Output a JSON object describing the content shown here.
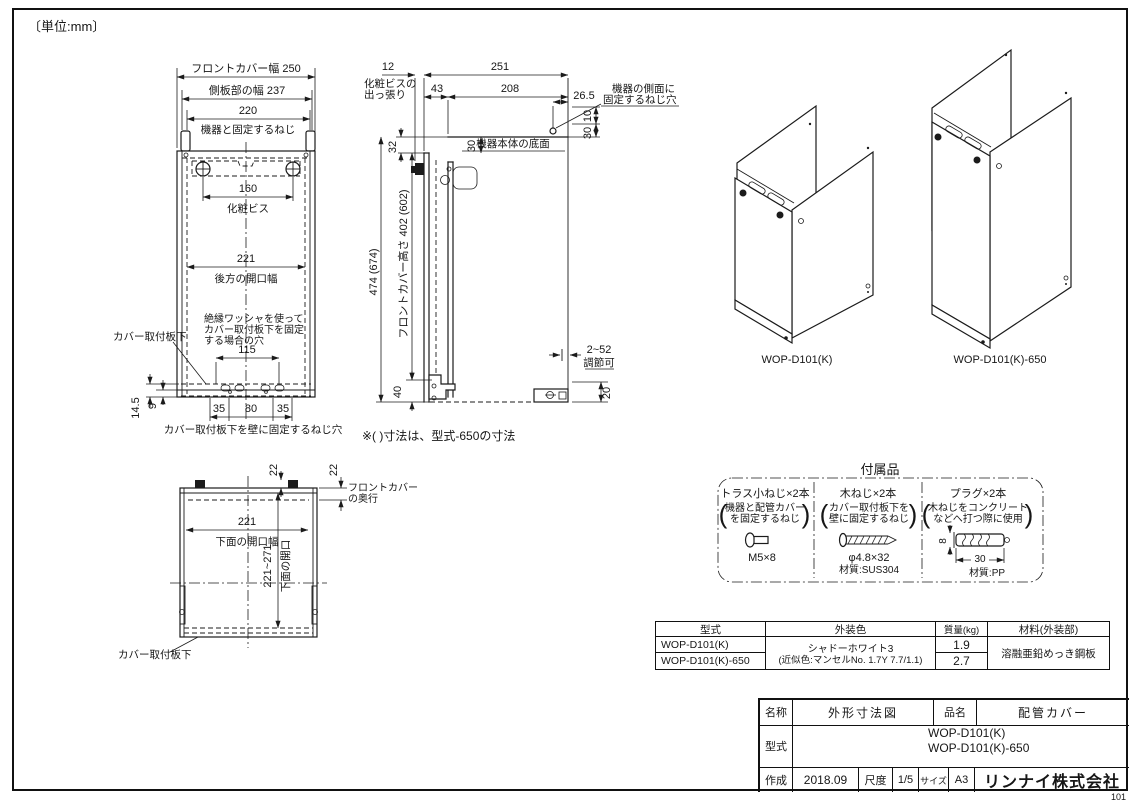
{
  "colors": {
    "line": "#1b1b1b",
    "background": "#ffffff"
  },
  "page": {
    "units_note": "〔単位:mm〕",
    "page_number": "101"
  },
  "front_view": {
    "dim_front_cover_width": "フロントカバー幅 250",
    "dim_side_panel_width": "側板部の幅 237",
    "dim_220": "220",
    "label_fixing_screw": "機器と固定するねじ",
    "dim_160": "160",
    "label_decorative_screw": "化粧ビス",
    "dim_221": "221",
    "label_rear_opening_width": "後方の開口幅",
    "note_washer_line1": "絶縁ワッシャを使って",
    "note_washer_line2": "カバー取付板下を固定",
    "note_washer_line3": "する場合の穴",
    "dim_115": "115",
    "label_cover_plate": "カバー取付板下",
    "dim_14_5": "14.5",
    "dim_9": "9",
    "dim_35_left": "35",
    "dim_80": "80",
    "dim_35_right": "35",
    "label_wall_screw_holes": "カバー取付板下を壁に固定するねじ穴"
  },
  "side_view": {
    "dim_12": "12",
    "label_screw_protrusion_line1": "化粧ビスの",
    "label_screw_protrusion_line2": "出っ張り",
    "dim_251": "251",
    "dim_43": "43",
    "dim_208": "208",
    "dim_26_5": "26.5",
    "label_side_screw_hole_line1": "機器の側面に",
    "label_side_screw_hole_line2": "固定するねじ穴",
    "dim_10": "10",
    "dim_30_right": "30",
    "dim_30_inner": "30",
    "dim_32": "32",
    "label_appliance_bottom": "機器本体の底面",
    "dim_total_height": "474 (674)",
    "dim_front_cover_height": "フロントカバー高さ 402 (602)",
    "dim_40": "40",
    "dim_20": "20",
    "dim_adjust_range": "2~52",
    "label_adjustable": "調節可",
    "note_650": "※( )寸法は、型式-650の寸法"
  },
  "bottom_view": {
    "dim_22_left": "22",
    "dim_22_right": "22",
    "label_front_cover_depth_line1": "フロントカバー",
    "label_front_cover_depth_line2": "の奥行",
    "dim_221": "221",
    "label_bottom_opening_width": "下面の開口幅",
    "dim_221_271": "221~271",
    "label_bottom_opening": "下面の開口",
    "label_cover_plate": "カバー取付板下"
  },
  "isometric": {
    "model_short": "WOP-D101(K)",
    "model_tall": "WOP-D101(K)-650"
  },
  "accessories": {
    "title": "付属品",
    "paren_open": "(",
    "paren_close": ")",
    "items": [
      {
        "name": "トラス小ねじ×2本",
        "desc_line1": "機器と配管カバー",
        "desc_line2": "を固定するねじ",
        "spec": "M5×8"
      },
      {
        "name": "木ねじ×2本",
        "desc_line1": "カバー取付板下を",
        "desc_line2": "壁に固定するねじ",
        "spec": "φ4.8×32",
        "material": "材質:SUS304"
      },
      {
        "name": "プラグ×2本",
        "desc_line1": "木ねじをコンクリート",
        "desc_line2": "などへ打つ際に使用",
        "dim_8": "8",
        "dim_30": "30",
        "material": "材質:PP"
      }
    ]
  },
  "spec_table": {
    "header_model": "型式",
    "header_color": "外装色",
    "header_mass": "質量(kg)",
    "header_material": "材料(外装部)",
    "row1_model": "WOP-D101(K)",
    "row1_mass": "1.9",
    "row2_model": "WOP-D101(K)-650",
    "row2_mass": "2.7",
    "color_line1": "シャドーホワイト3",
    "color_line2": "(近似色:マンセルNo. 1.7Y 7.7/1.1)",
    "material": "溶融亜鉛めっき鋼板"
  },
  "title_block": {
    "name_label": "名称",
    "name_value": "外形寸法図",
    "item_label": "品名",
    "item_value": "配管カバー",
    "model_label": "型式",
    "model_value_line1": "WOP-D101(K)",
    "model_value_line2": "WOP-D101(K)-650",
    "date_label": "作成",
    "date_value": "2018.09",
    "scale_label": "尺度",
    "scale_value": "1/5",
    "size_label": "サイズ",
    "size_value": "A3",
    "company": "リンナイ株式会社"
  }
}
